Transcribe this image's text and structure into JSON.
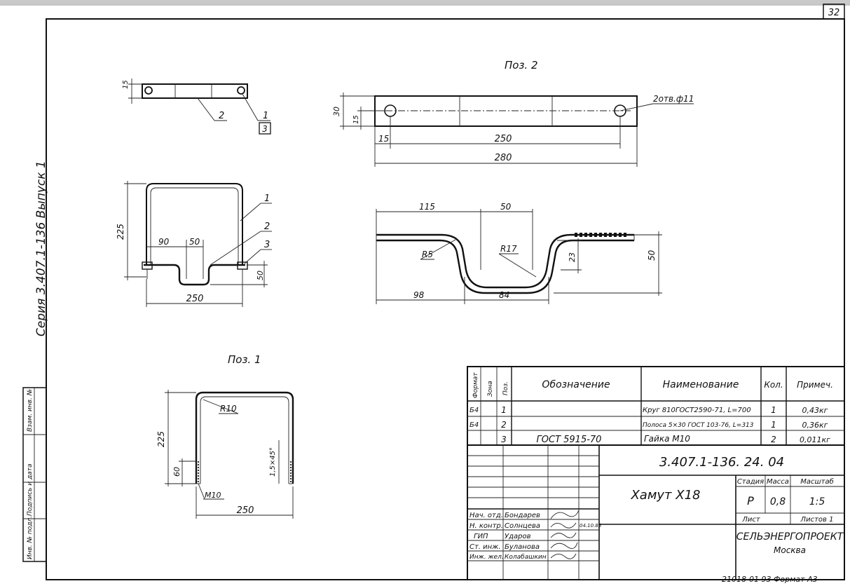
{
  "sheet": {
    "page_number": "32",
    "series_stamp": "Серия 3.407.1-136 Выпуск 1",
    "bottom_note": "21018-01 93 Формат А3",
    "side_column": [
      "Инв. № подл.",
      "Подпись и дата",
      "Взам. инв. №"
    ]
  },
  "views": {
    "assembly_top": {
      "thickness": "15",
      "callout_2": "2",
      "callout_1": "1",
      "callout_3": "3"
    },
    "pos2": {
      "title": "Поз. 2",
      "hole_note": "2отв.ф11",
      "dim_height": "30",
      "dim_hole_offset": "15",
      "dim_edge": "15",
      "dim_hole_span": "250",
      "dim_length": "280"
    },
    "assembly_front": {
      "dim_height": "225",
      "dim_90": "90",
      "dim_50": "50",
      "dim_width": "250",
      "dim_drop": "50",
      "callouts": [
        "1",
        "2",
        "3"
      ]
    },
    "pos2_bent": {
      "dim_115": "115",
      "dim_50": "50",
      "r5": "R5",
      "r17": "R17",
      "dim_23": "23",
      "dim_50v": "50",
      "dim_98": "98",
      "dim_84": "84"
    },
    "pos1": {
      "title": "Поз. 1",
      "r10": "R10",
      "dim_height": "225",
      "dim_thread": "60",
      "chamfer": "1,5×45°",
      "thread": "М10",
      "dim_width": "250"
    }
  },
  "spec_table": {
    "headers": {
      "format": "Формат",
      "zone": "Зона",
      "pos": "Поз.",
      "designation": "Обозначение",
      "name": "Наименование",
      "qty": "Кол.",
      "note": "Примеч."
    },
    "rows": [
      {
        "format": "Б4",
        "pos": "1",
        "designation": "",
        "name": "Круг 810ГОСТ2590-71, L=700",
        "qty": "1",
        "note": "0,43кг"
      },
      {
        "format": "Б4",
        "pos": "2",
        "designation": "",
        "name": "Полоса 5×30 ГОСТ 103-76, L=313",
        "qty": "1",
        "note": "0,36кг"
      },
      {
        "format": "",
        "pos": "3",
        "designation": "ГОСТ 5915-70",
        "name": "Гайка  М10",
        "qty": "2",
        "note": "0,011кг"
      }
    ]
  },
  "title_block": {
    "doc_number": "3.407.1-136. 24. 04",
    "item_name": "Хамут Х18",
    "stage_label": "Стадия",
    "mass_label": "Масса",
    "scale_label": "Масштаб",
    "stage": "Р",
    "mass": "0,8",
    "scale": "1:5",
    "sheet_label": "Лист",
    "sheets_label": "Листов 1",
    "org": "СЕЛЬЭНЕРГОПРОЕКТ",
    "city": "Москва",
    "signers": [
      {
        "role": "Нач. отд.",
        "name": "Бондарев",
        "date": ""
      },
      {
        "role": "Н. контр.",
        "name": "Солнцева",
        "date": "04.10.85"
      },
      {
        "role": "ГИП",
        "name": "Ударов",
        "date": ""
      },
      {
        "role": "Ст. инж.",
        "name": "Буланова",
        "date": ""
      },
      {
        "role": "Инж. жел.",
        "name": "Колабашкин",
        "date": ""
      }
    ]
  }
}
